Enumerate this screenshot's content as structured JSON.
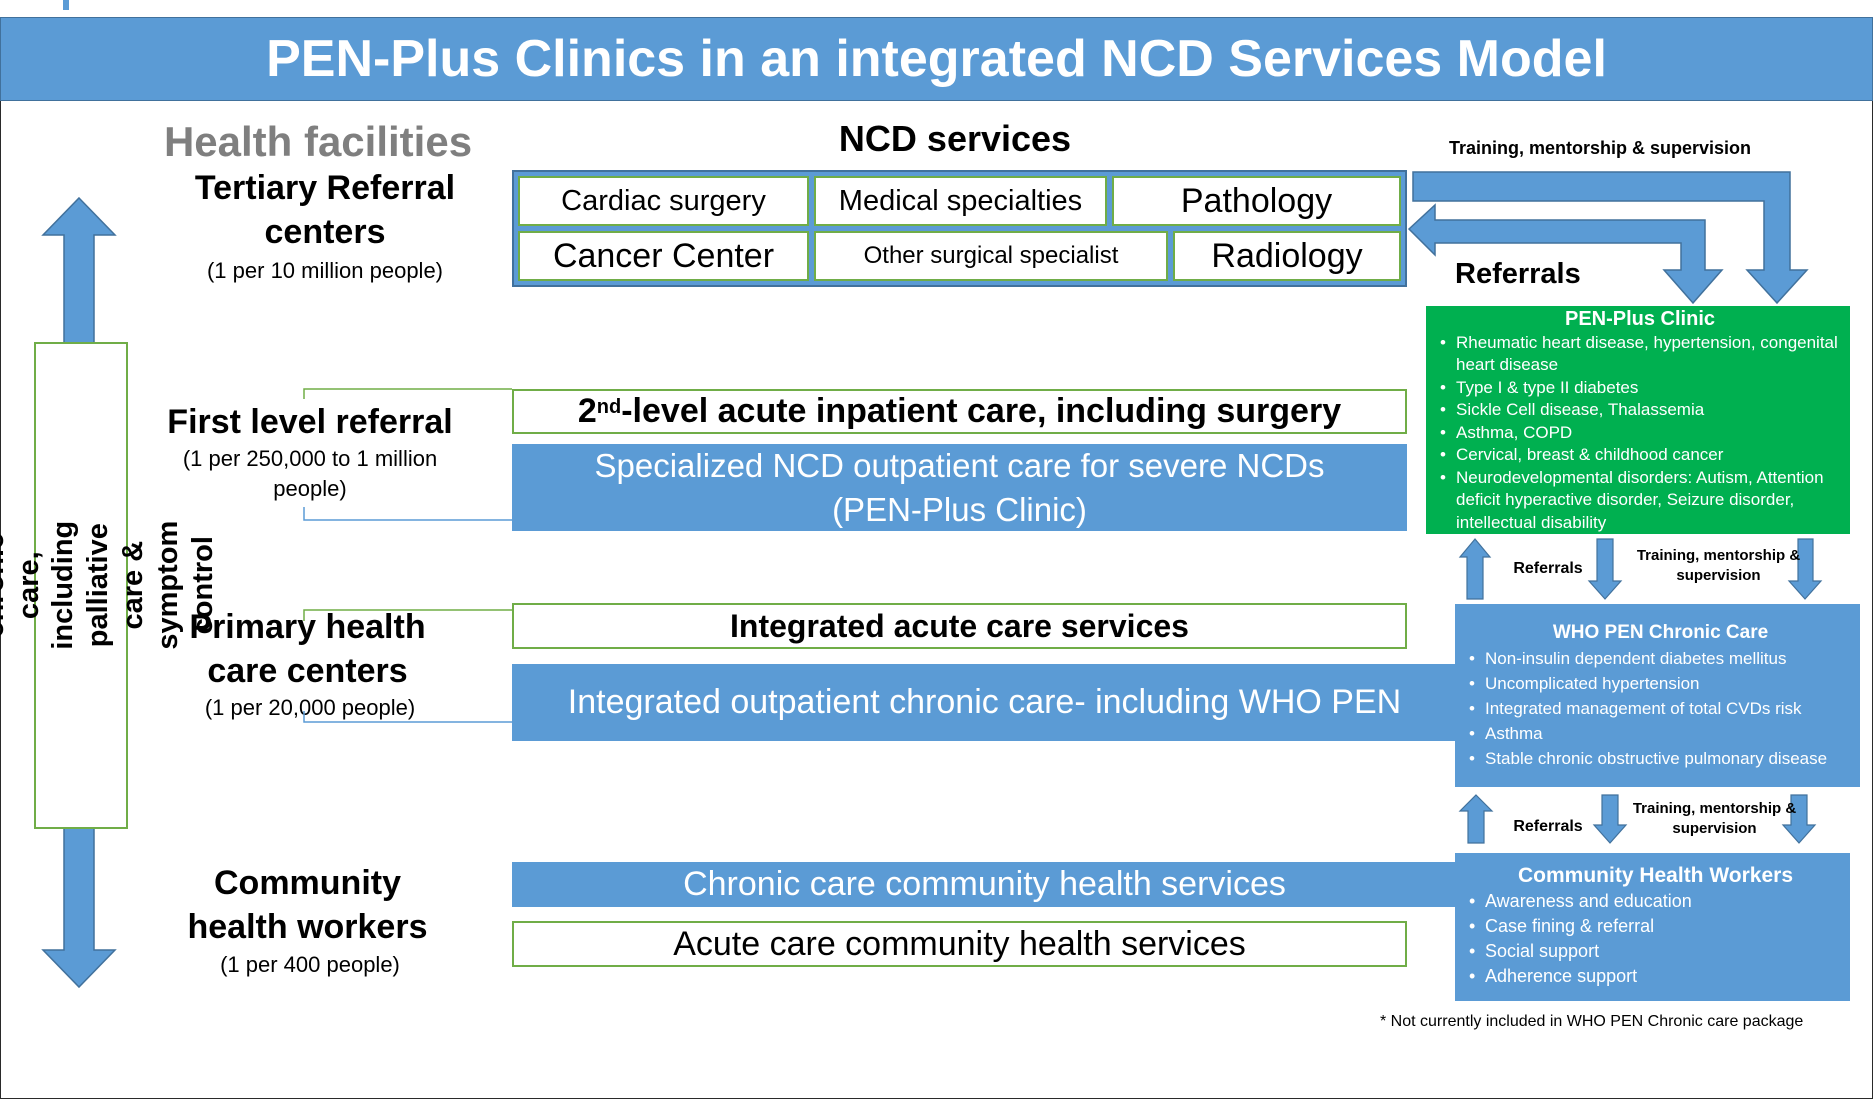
{
  "title": "PEN-Plus Clinics in an integrated NCD Services Model",
  "headers": {
    "facilities": "Health facilities",
    "ncd": "NCD services",
    "training_top": "Training, mentorship & supervision",
    "referrals_top": "Referrals"
  },
  "side_label": "Integrated chronic care, including palliative care & symptom control",
  "levels": [
    {
      "name": "Tertiary Referral centers",
      "ratio": "(1 per 10 million people)"
    },
    {
      "name": "First level referral",
      "ratio": "(1 per 250,000 to 1 million people)"
    },
    {
      "name": "Primary health care centers",
      "ratio": "(1 per 20,000 people)"
    },
    {
      "name": "Community health workers",
      "ratio": "(1 per 400 people)"
    }
  ],
  "tertiary_services": [
    "Cardiac surgery",
    "Medical specialties",
    "Pathology",
    "Cancer Center",
    "Other surgical specialist",
    "Radiology"
  ],
  "first_level": {
    "acute_prefix": "2",
    "acute_sup": "nd",
    "acute_rest": "-level acute inpatient care, including surgery",
    "outpatient_line1": "Specialized NCD outpatient care for severe NCDs",
    "outpatient_line2": "(PEN-Plus Clinic)"
  },
  "primary": {
    "acute": "Integrated acute care services",
    "outpatient": "Integrated outpatient chronic care- including WHO PEN"
  },
  "community": {
    "chronic": "Chronic care community health services",
    "acute": "Acute care community health services"
  },
  "pen_plus": {
    "title": "PEN-Plus Clinic",
    "items": [
      "Rheumatic heart disease, hypertension, congenital heart disease",
      "Type I & type II diabetes",
      "Sickle Cell disease, Thalassemia",
      "Asthma, COPD",
      "Cervical, breast & childhood cancer",
      "Neurodevelopmental disorders: Autism, Attention deficit hyperactive disorder, Seizure disorder, intellectual disability"
    ]
  },
  "who_pen": {
    "title": "WHO PEN Chronic Care",
    "items": [
      "Non-insulin dependent diabetes mellitus",
      "Uncomplicated hypertension",
      "Integrated management of total CVDs risk",
      "Asthma",
      "Stable chronic obstructive pulmonary disease"
    ]
  },
  "chw": {
    "title": "Community Health Workers",
    "items": [
      "Awareness and education",
      "Case fining & referral",
      "Social support",
      "Adherence support"
    ]
  },
  "connectors": {
    "referrals": "Referrals",
    "training": "Training, mentorship & supervision"
  },
  "footnote": "* Not currently included in WHO PEN Chronic care package",
  "colors": {
    "blue": "#5b9bd5",
    "green": "#00b050",
    "outline_green": "#70ad47"
  }
}
